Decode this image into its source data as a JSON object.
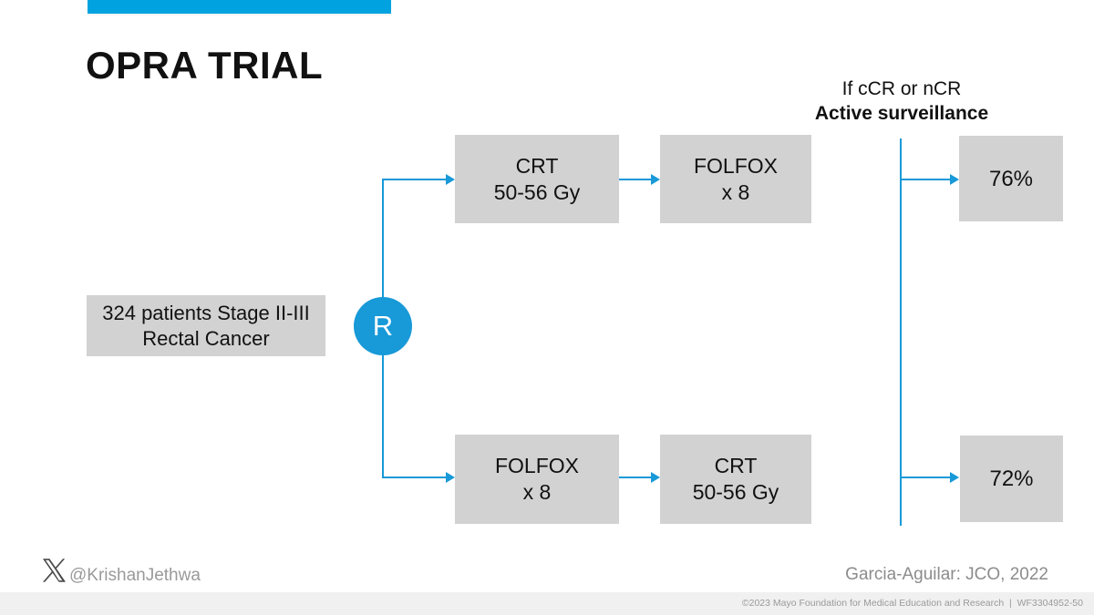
{
  "accent": {
    "bar_color": "#00A3E0",
    "flow_color": "#1899D8",
    "box_color": "#D2D2D2"
  },
  "title": "OPRA TRIAL",
  "header_note": {
    "line1": "If cCR or nCR",
    "line2": "Active surveillance"
  },
  "enrollment_box": {
    "line1": "324 patients Stage II-III",
    "line2": "Rectal Cancer"
  },
  "randomization": {
    "label": "R"
  },
  "arm_top": {
    "step1": {
      "line1": "CRT",
      "line2": "50-56 Gy"
    },
    "step2": {
      "line1": "FOLFOX",
      "line2": "x 8"
    },
    "outcome": "76%"
  },
  "arm_bottom": {
    "step1": {
      "line1": "FOLFOX",
      "line2": "x 8"
    },
    "step2": {
      "line1": "CRT",
      "line2": "50-56 Gy"
    },
    "outcome": "72%"
  },
  "footer": {
    "social_handle": "@KrishanJethwa",
    "citation": "Garcia-Aguilar: JCO, 2022",
    "copyright": "©2023 Mayo Foundation for Medical Education and Research  |  WF3304952-50"
  },
  "icons": {
    "x_logo": "x-social-logo"
  }
}
